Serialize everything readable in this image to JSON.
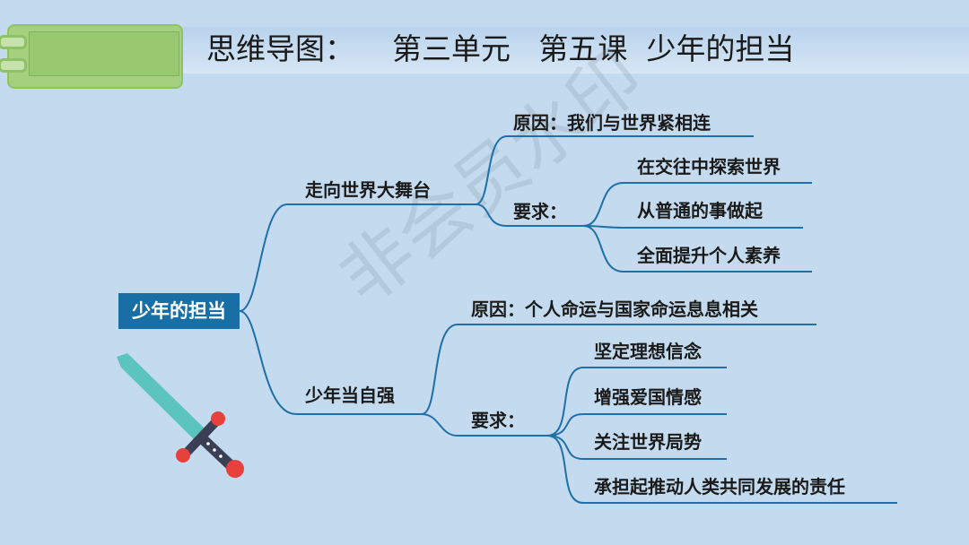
{
  "header": {
    "title": "思维导图：    第三单元   第五课  少年的担当"
  },
  "mindmap": {
    "root": "少年的担当",
    "branches": [
      {
        "label": "走向世界大舞台",
        "reason": "原因：我们与世界紧相连",
        "requirement_label": "要求：",
        "requirements": [
          "在交往中探索世界",
          "从普通的事做起",
          "全面提升个人素养"
        ]
      },
      {
        "label": "少年当自强",
        "reason": "原因：个人命运与国家命运息息相关",
        "requirement_label": "要求：",
        "requirements": [
          "坚定理想信念",
          "增强爱国情感",
          "关注世界局势",
          "承担起推动人类共同发展的责任"
        ]
      }
    ]
  },
  "watermark": "非会员水印",
  "colors": {
    "background": "#c4dbef",
    "line": "#1f6fa8",
    "root_fill": "#176fa5",
    "tag": "#a5d07e"
  }
}
